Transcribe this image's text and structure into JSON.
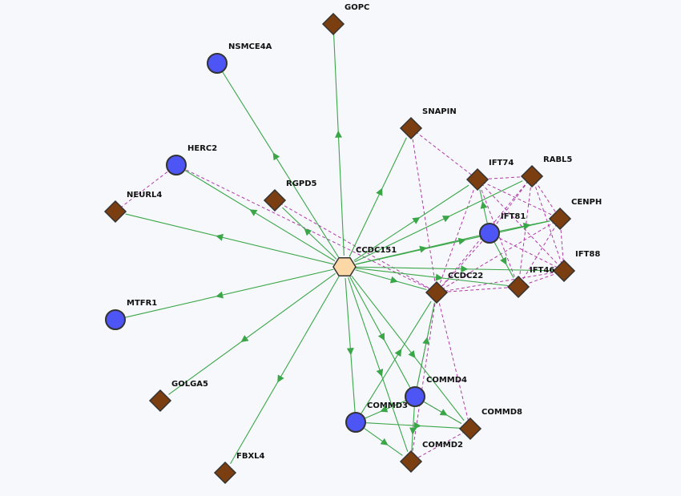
{
  "graph": {
    "colors": {
      "background": "#f7f8fc",
      "query_node": "#fcd8a6",
      "circle_node": "#4d55f5",
      "diamond_node": "#7a3e10",
      "node_stroke": "#333333",
      "arrow_edge": "#3aa648",
      "dashed_edge": "#b03aa8"
    },
    "nodes": [
      {
        "id": "CCDC151",
        "label": "CCDC151",
        "shape": "hexagon"
      },
      {
        "id": "GOPC",
        "label": "GOPC",
        "shape": "diamond"
      },
      {
        "id": "NSMCE4A",
        "label": "NSMCE4A",
        "shape": "circle"
      },
      {
        "id": "SNAPIN",
        "label": "SNAPIN",
        "shape": "diamond"
      },
      {
        "id": "HERC2",
        "label": "HERC2",
        "shape": "circle"
      },
      {
        "id": "RGPD5",
        "label": "RGPD5",
        "shape": "diamond"
      },
      {
        "id": "NEURL4",
        "label": "NEURL4",
        "shape": "diamond"
      },
      {
        "id": "IFT74",
        "label": "IFT74",
        "shape": "diamond"
      },
      {
        "id": "RABL5",
        "label": "RABL5",
        "shape": "diamond"
      },
      {
        "id": "CENPH",
        "label": "CENPH",
        "shape": "diamond"
      },
      {
        "id": "IFT81",
        "label": "IFT81",
        "shape": "circle"
      },
      {
        "id": "IFT88",
        "label": "IFT88",
        "shape": "diamond"
      },
      {
        "id": "IFT46",
        "label": "IFT46",
        "shape": "diamond"
      },
      {
        "id": "CCDC22",
        "label": "CCDC22",
        "shape": "diamond"
      },
      {
        "id": "MTFR1",
        "label": "MTFR1",
        "shape": "circle"
      },
      {
        "id": "GOLGA5",
        "label": "GOLGA5",
        "shape": "diamond"
      },
      {
        "id": "COMMD4",
        "label": "COMMD4",
        "shape": "circle"
      },
      {
        "id": "COMMD3",
        "label": "COMMD3",
        "shape": "circle"
      },
      {
        "id": "COMMD8",
        "label": "COMMD8",
        "shape": "diamond"
      },
      {
        "id": "COMMD2",
        "label": "COMMD2",
        "shape": "diamond"
      },
      {
        "id": "FBXL4",
        "label": "FBXL4",
        "shape": "diamond"
      }
    ],
    "arrow_edges": [
      [
        "CCDC151",
        "GOPC"
      ],
      [
        "CCDC151",
        "NSMCE4A"
      ],
      [
        "CCDC151",
        "SNAPIN"
      ],
      [
        "CCDC151",
        "HERC2"
      ],
      [
        "CCDC151",
        "RGPD5"
      ],
      [
        "CCDC151",
        "NEURL4"
      ],
      [
        "CCDC151",
        "IFT74"
      ],
      [
        "CCDC151",
        "RABL5"
      ],
      [
        "CCDC151",
        "IFT81"
      ],
      [
        "CCDC151",
        "CENPH"
      ],
      [
        "CCDC151",
        "IFT88"
      ],
      [
        "CCDC151",
        "IFT46"
      ],
      [
        "CCDC151",
        "CCDC22"
      ],
      [
        "CCDC151",
        "MTFR1"
      ],
      [
        "CCDC151",
        "GOLGA5"
      ],
      [
        "CCDC151",
        "FBXL4"
      ],
      [
        "CCDC151",
        "COMMD3"
      ],
      [
        "CCDC151",
        "COMMD4"
      ],
      [
        "CCDC151",
        "COMMD8"
      ],
      [
        "CCDC151",
        "COMMD2"
      ],
      [
        "IFT81",
        "IFT74"
      ],
      [
        "IFT81",
        "IFT46"
      ],
      [
        "IFT81",
        "CENPH"
      ],
      [
        "COMMD3",
        "CCDC22"
      ],
      [
        "COMMD4",
        "CCDC22"
      ],
      [
        "COMMD4",
        "COMMD3"
      ],
      [
        "COMMD3",
        "COMMD8"
      ],
      [
        "COMMD3",
        "COMMD2"
      ],
      [
        "COMMD4",
        "COMMD8"
      ],
      [
        "COMMD4",
        "COMMD2"
      ]
    ],
    "dashed_edges": [
      [
        "HERC2",
        "NEURL4"
      ],
      [
        "HERC2",
        "CCDC22"
      ],
      [
        "RGPD5",
        "CCDC22"
      ],
      [
        "SNAPIN",
        "IFT74"
      ],
      [
        "SNAPIN",
        "CCDC22"
      ],
      [
        "IFT74",
        "RABL5"
      ],
      [
        "IFT74",
        "CENPH"
      ],
      [
        "IFT74",
        "IFT88"
      ],
      [
        "IFT74",
        "IFT46"
      ],
      [
        "IFT74",
        "CCDC22"
      ],
      [
        "RABL5",
        "CENPH"
      ],
      [
        "RABL5",
        "IFT81"
      ],
      [
        "RABL5",
        "IFT88"
      ],
      [
        "RABL5",
        "IFT46"
      ],
      [
        "RABL5",
        "CCDC22"
      ],
      [
        "CENPH",
        "IFT88"
      ],
      [
        "CENPH",
        "IFT46"
      ],
      [
        "CENPH",
        "CCDC22"
      ],
      [
        "IFT81",
        "IFT88"
      ],
      [
        "IFT81",
        "CCDC22"
      ],
      [
        "IFT88",
        "IFT46"
      ],
      [
        "IFT88",
        "CCDC22"
      ],
      [
        "IFT46",
        "CCDC22"
      ],
      [
        "CCDC22",
        "COMMD8"
      ],
      [
        "CCDC22",
        "COMMD2"
      ],
      [
        "CCDC22",
        "COMMD4"
      ],
      [
        "COMMD8",
        "COMMD2"
      ],
      [
        "COMMD4",
        "COMMD8"
      ]
    ]
  }
}
